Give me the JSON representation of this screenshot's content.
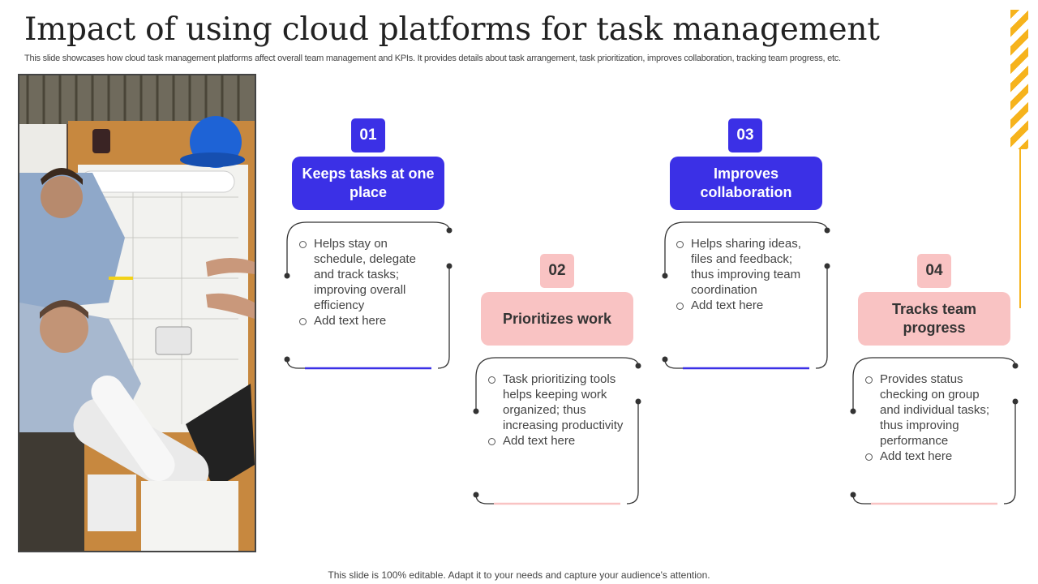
{
  "slide": {
    "title": "Impact of using cloud platforms for task management",
    "subtitle": "This slide showcases how cloud task management platforms affect overall team management and KPIs. It provides details about task arrangement, task prioritization, improves collaboration, tracking team progress, etc.",
    "footer": "This slide is 100% editable. Adapt it to your needs and capture your audience's attention."
  },
  "colors": {
    "accent_blue": "#3b30e6",
    "accent_pink": "#f9c3c3",
    "accent_yellow": "#f6b31c"
  },
  "photo": {
    "icon": "office-meeting-photo"
  },
  "cards": [
    {
      "number": "01",
      "title": "Keeps tasks at one place",
      "bullets": [
        "Helps stay on schedule, delegate and track tasks; improving overall efficiency",
        "Add text here"
      ]
    },
    {
      "number": "02",
      "title": "Prioritizes work",
      "bullets": [
        "Task prioritizing tools helps keeping work organized; thus increasing productivity",
        "Add text here"
      ]
    },
    {
      "number": "03",
      "title": "Improves collaboration",
      "bullets": [
        "Helps sharing ideas, files and feedback; thus improving team coordination",
        "Add text here"
      ]
    },
    {
      "number": "04",
      "title": "Tracks team progress",
      "bullets": [
        "Provides status checking on group and individual tasks; thus improving performance",
        "Add text here"
      ]
    }
  ]
}
